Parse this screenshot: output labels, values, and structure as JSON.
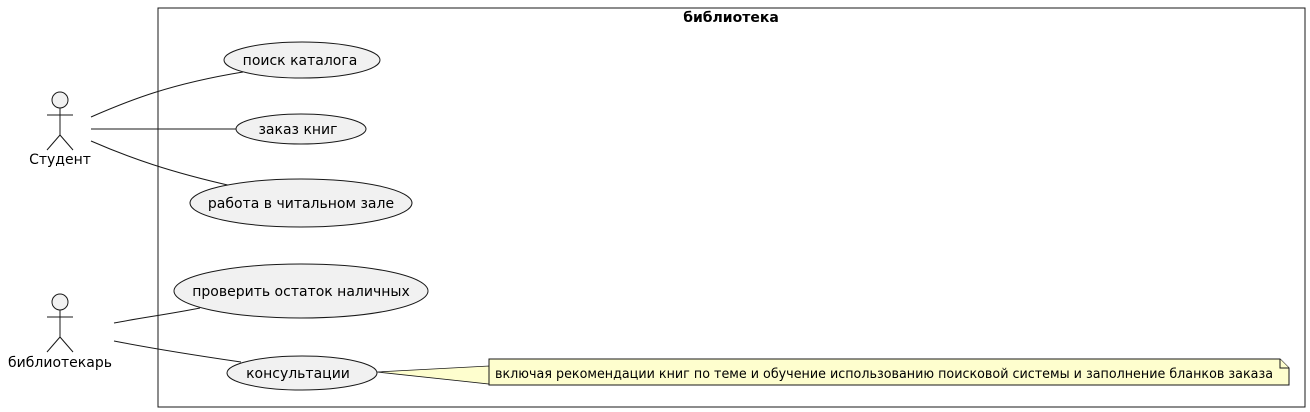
{
  "system": {
    "title": "библиотека"
  },
  "actors": [
    {
      "id": "student",
      "label": "Студент"
    },
    {
      "id": "librarian",
      "label": "библиотекарь"
    }
  ],
  "use_cases": [
    {
      "id": "uc1",
      "label": "поиск каталога"
    },
    {
      "id": "uc2",
      "label": "заказ книг"
    },
    {
      "id": "uc3",
      "label": "работа в читальном зале"
    },
    {
      "id": "uc4",
      "label": "проверить остаток наличных"
    },
    {
      "id": "uc5",
      "label": "консультации"
    }
  ],
  "associations": [
    {
      "from": "student",
      "to": "uc1"
    },
    {
      "from": "student",
      "to": "uc2"
    },
    {
      "from": "student",
      "to": "uc3"
    },
    {
      "from": "librarian",
      "to": "uc4"
    },
    {
      "from": "librarian",
      "to": "uc5"
    }
  ],
  "note": {
    "attached_to": "uc5",
    "text": "включая рекомендации книг по теме и обучение использованию поисковой системы и заполнение бланков заказа"
  },
  "colors": {
    "shape_fill": "#f1f1f1",
    "note_fill": "#fefece",
    "stroke": "#181818"
  }
}
